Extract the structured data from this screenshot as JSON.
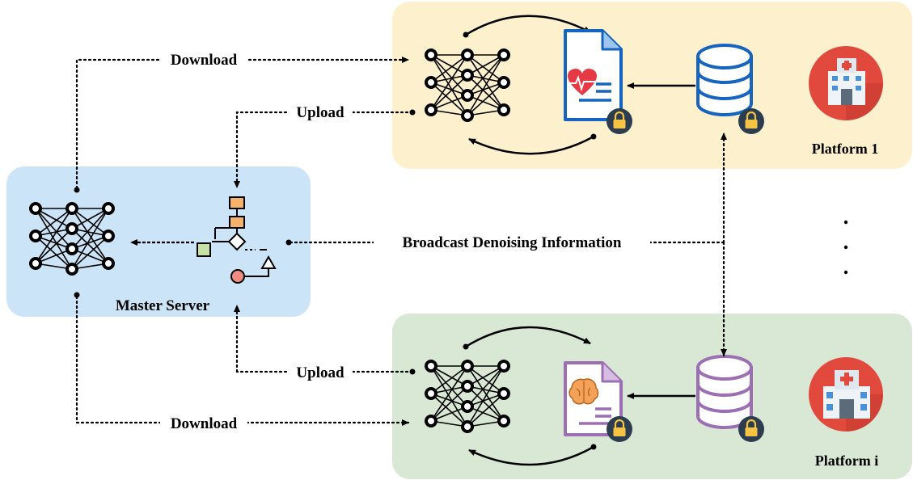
{
  "labels": {
    "download_top": "Download",
    "upload_top": "Upload",
    "upload_bottom": "Upload",
    "download_bottom": "Download",
    "broadcast": "Broadcast Denoising Information",
    "master_server": "Master Server",
    "platform_1": "Platform 1",
    "platform_i": "Platform i",
    "ellipsis": ". . ."
  },
  "colors": {
    "platform1_bg": "#fdf0cc",
    "platformi_bg": "#d9e8d5",
    "master_bg": "#cce4f7",
    "hospital_red": "#e2493d",
    "doc_blue": "#1565c0",
    "doc_purple": "#9c6fb5",
    "lock_dark": "#2b3d4f",
    "lock_gold": "#f6c343",
    "flow_orange": "#f6b26b",
    "flow_green": "#c5e1a5",
    "flow_red": "#f28b82"
  },
  "icons": {
    "hospital": "hospital-icon",
    "medical_record": "medical-record-icon",
    "brain_record": "brain-record-icon",
    "database": "database-icon",
    "lock": "lock-icon",
    "neural_network": "neural-network-icon",
    "flowchart": "flowchart-icon"
  }
}
